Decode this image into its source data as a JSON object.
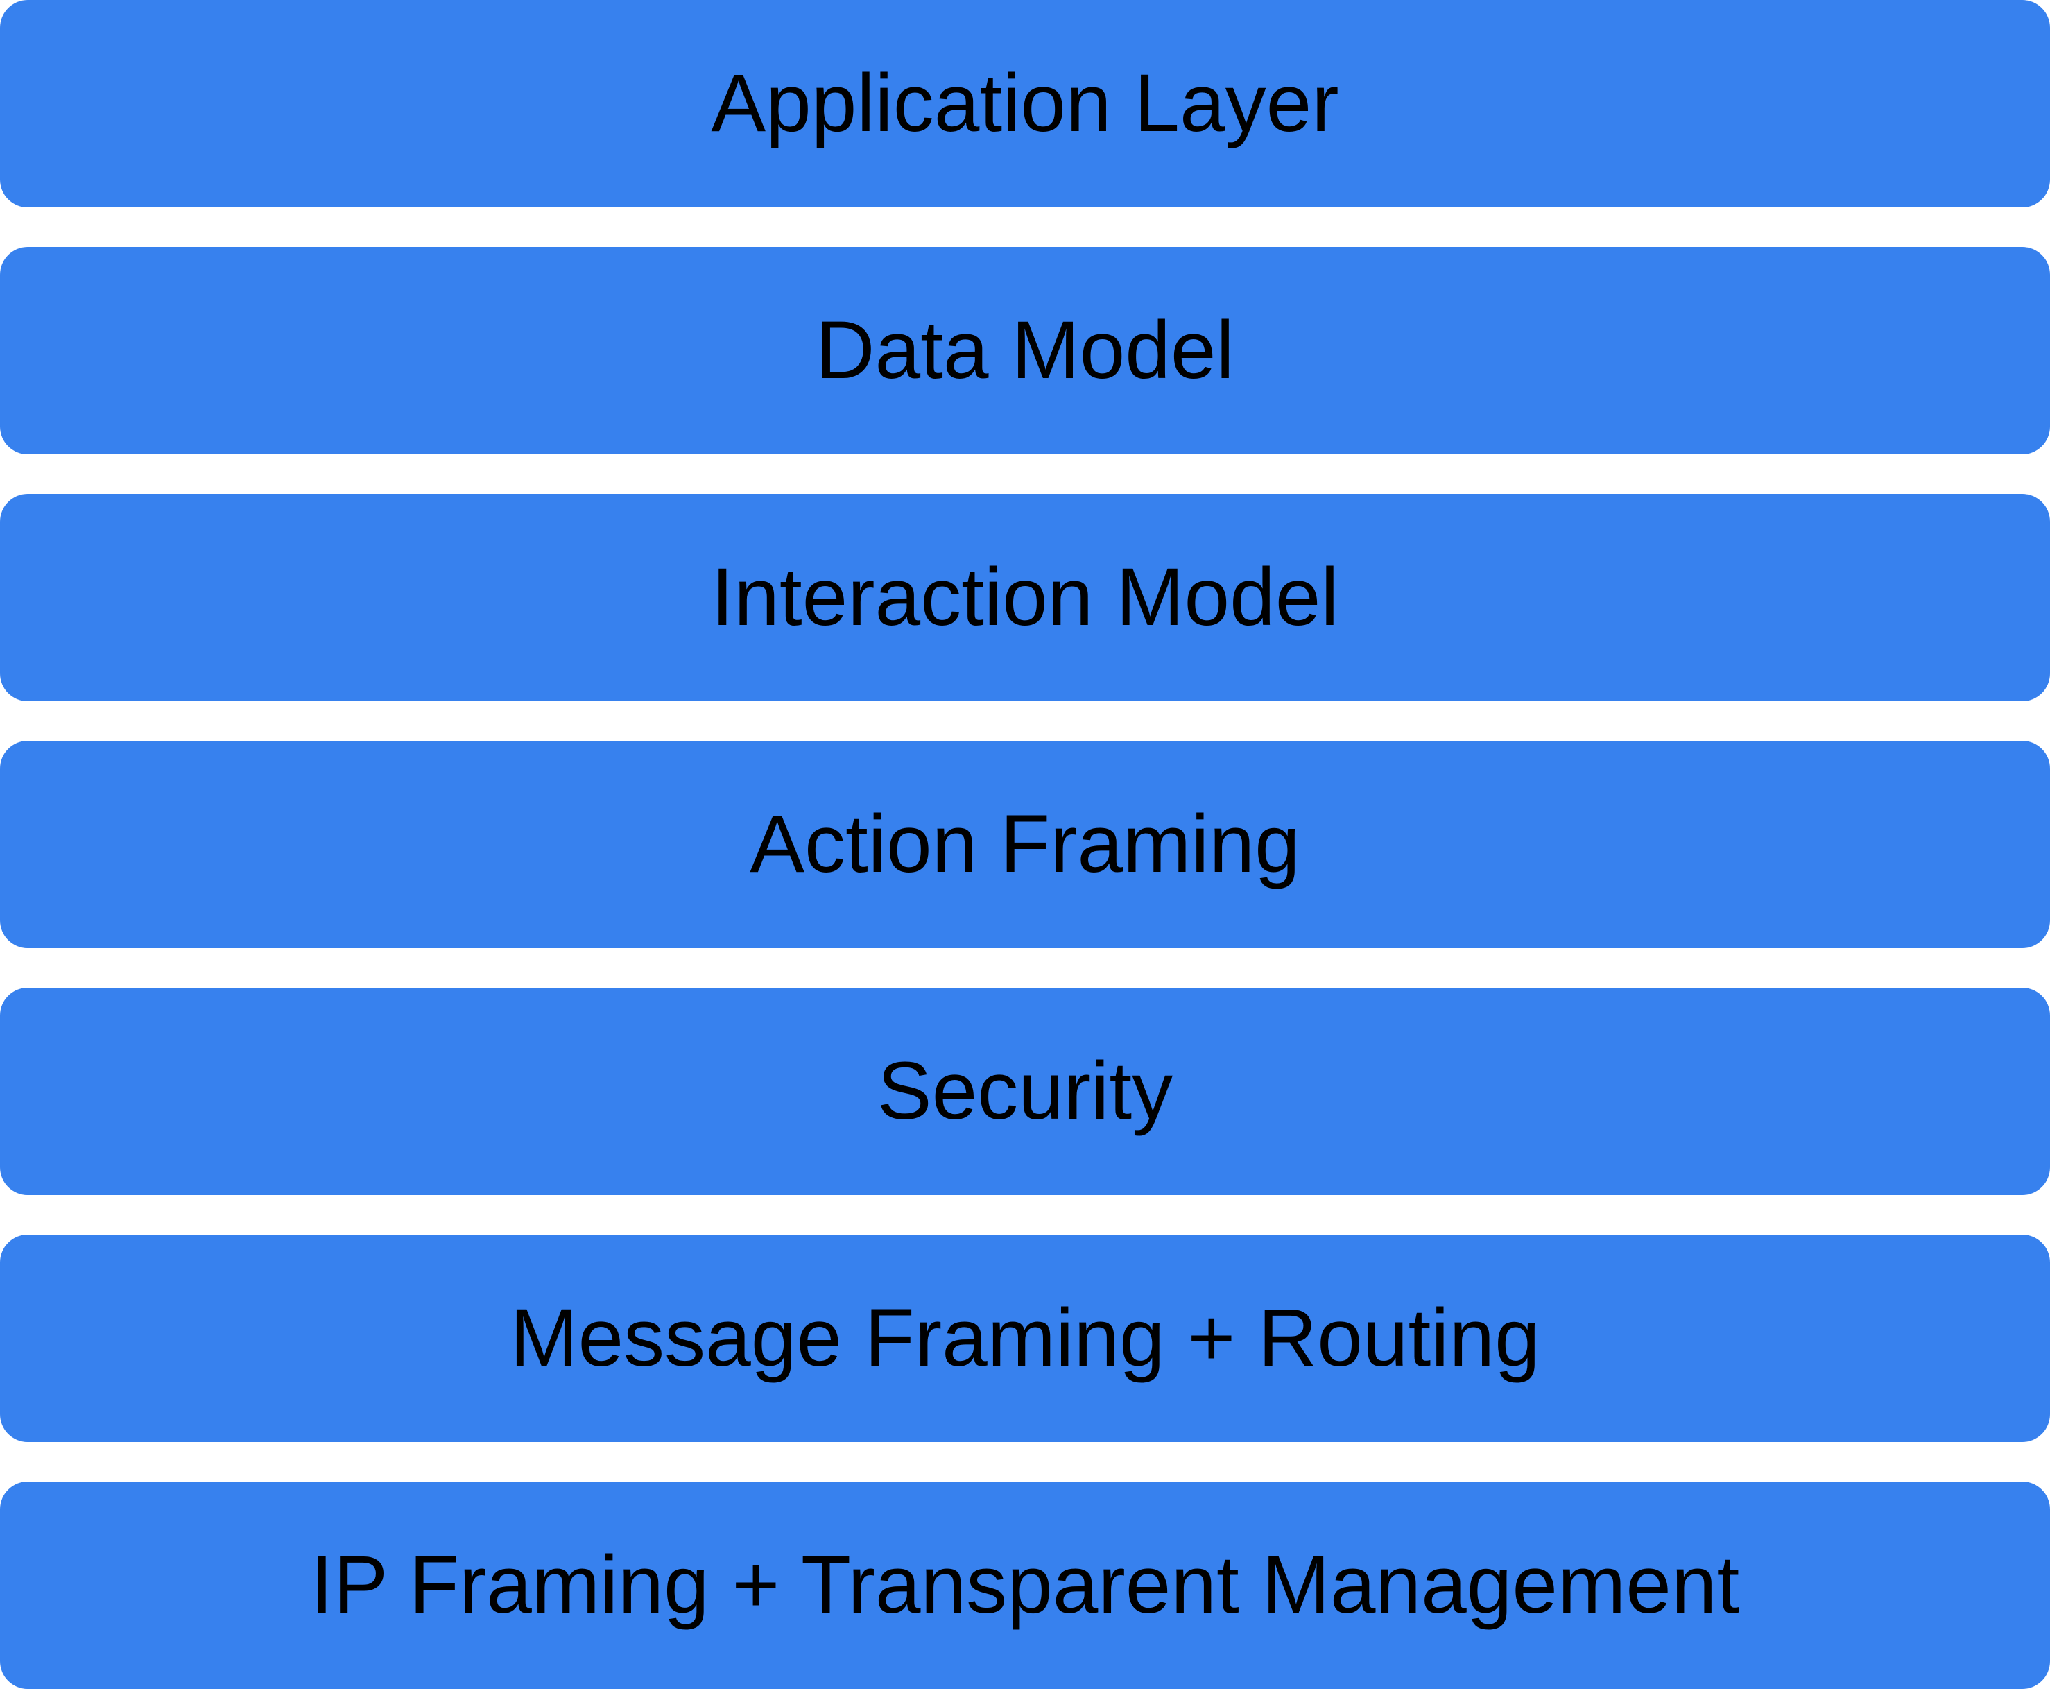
{
  "stack": {
    "description": "protocol-stack-diagram",
    "colors": {
      "block_fill": "#3781ee",
      "label_text": "#000000",
      "background": "#ffffff"
    },
    "layers": [
      {
        "label": "Application Layer"
      },
      {
        "label": "Data Model"
      },
      {
        "label": "Interaction Model"
      },
      {
        "label": "Action Framing"
      },
      {
        "label": "Security"
      },
      {
        "label": "Message Framing + Routing"
      },
      {
        "label": "IP Framing + Transparent Management"
      }
    ]
  }
}
